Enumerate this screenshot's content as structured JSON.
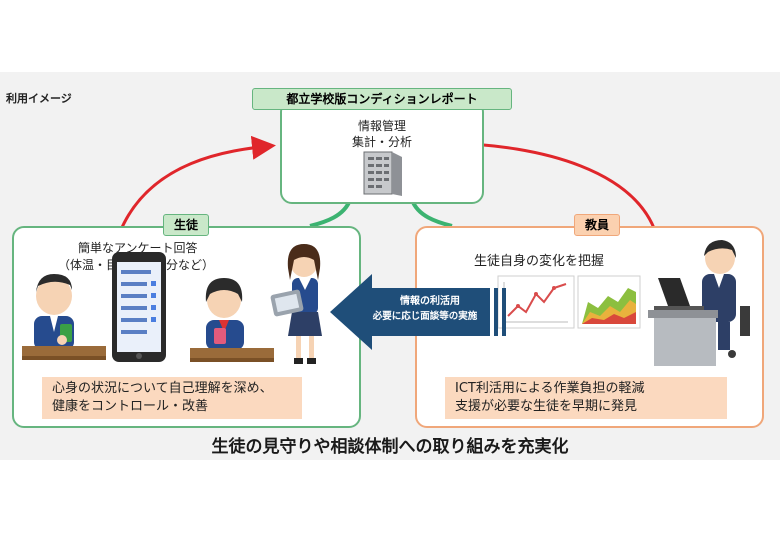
{
  "page_label": "利用イメージ",
  "center": {
    "title": "都立学校版コンディションレポート",
    "line1": "情報管理",
    "line2": "集計・分析"
  },
  "student": {
    "tag": "生徒",
    "survey_line1": "簡単なアンケート回答",
    "survey_line2": "（体温・目覚め・気分など）",
    "note_line1": "心身の状況について自己理解を深め、",
    "note_line2": "健康をコントロール・改善"
  },
  "teacher": {
    "tag": "教員",
    "caption": "生徒自身の変化を把握",
    "note_line1": "ICT利活用による作業負担の軽減",
    "note_line2": "支援が必要な生徒を早期に発見"
  },
  "arrow": {
    "line1": "情報の利活用",
    "line2": "必要に応じ面談等の実施"
  },
  "footer": "生徒の見守りや相談体制への取り組みを充実化",
  "colors": {
    "green_border": "#66b57f",
    "tag_green": "#c9e8c9",
    "tag_orange": "#fbd1b0",
    "orange_border": "#f0a77a",
    "red_arrow": "#e0262b",
    "navy_arrow": "#1f4e79",
    "note_bg": "#fbd9bf"
  },
  "icons": [
    "server-icon",
    "smartphone-icon",
    "tablet-icon",
    "laptop-icon",
    "line-chart-icon",
    "area-chart-icon"
  ]
}
